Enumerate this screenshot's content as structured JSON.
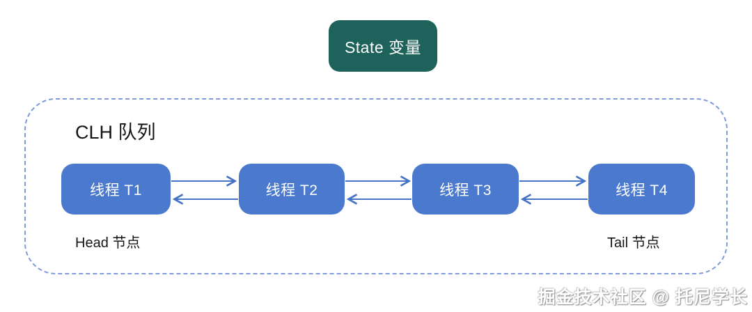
{
  "diagram": {
    "state_box": {
      "label": "State 变量",
      "bg_color": "#1e635b",
      "text_color": "#ffffff"
    },
    "queue_container": {
      "title": "CLH 队列",
      "border_color": "#7f9bd8",
      "border_style": "dashed"
    },
    "nodes": [
      {
        "label": "线程 T1"
      },
      {
        "label": "线程 T2"
      },
      {
        "label": "线程 T3"
      },
      {
        "label": "线程 T4"
      }
    ],
    "node_color": "#4b79cd",
    "arrow_color": "#4472c4",
    "head_label": "Head 节点",
    "tail_label": "Tail 节点"
  },
  "watermark": "掘金技术社区 @ 托尼学长"
}
